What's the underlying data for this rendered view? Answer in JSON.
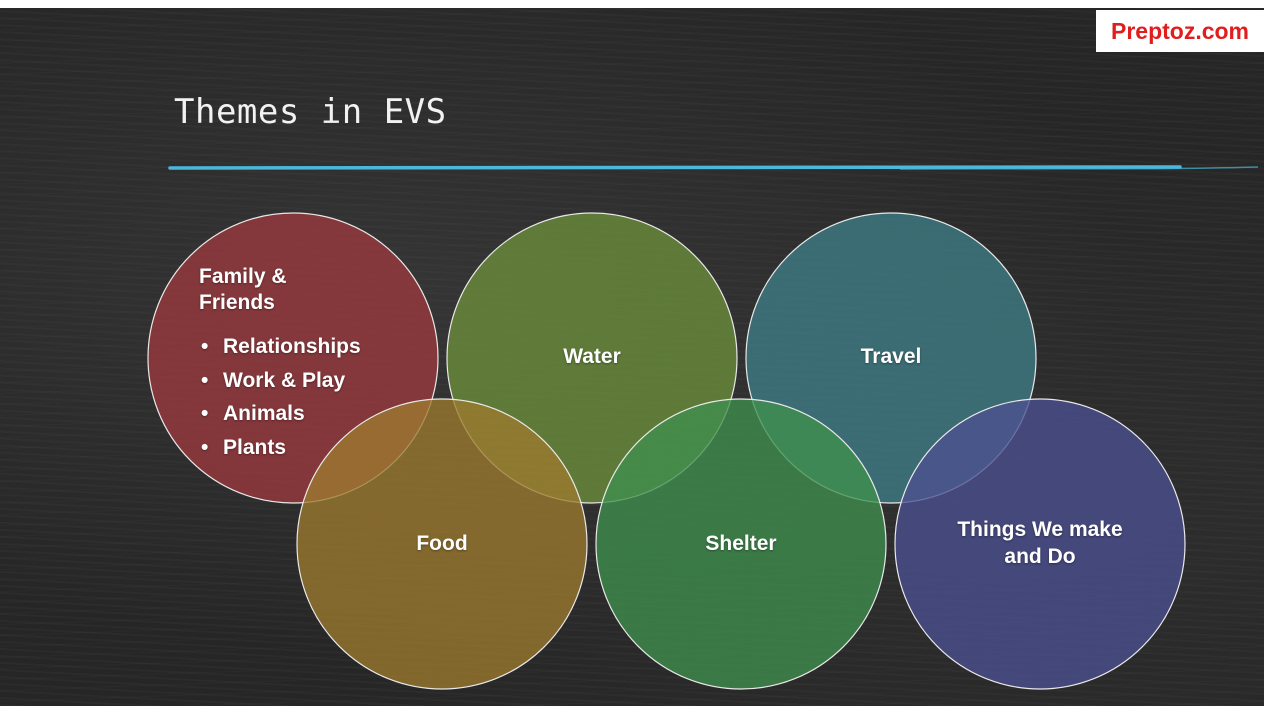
{
  "brand": {
    "label": "Preptoz.com"
  },
  "slide": {
    "title": "Themes in EVS"
  },
  "diagram": {
    "circles": [
      {
        "id": "family",
        "heading": "Family & Friends",
        "items": [
          "Relationships",
          "Work & Play",
          "Animals",
          "Plants"
        ],
        "color": "#9b3a3f"
      },
      {
        "id": "water",
        "label": "Water",
        "color": "#6b8e3b"
      },
      {
        "id": "travel",
        "label": "Travel",
        "color": "#3f7d86"
      },
      {
        "id": "food",
        "label": "Food",
        "color": "#9c7a2e"
      },
      {
        "id": "shelter",
        "label": "Shelter",
        "color": "#3f8f4e"
      },
      {
        "id": "things",
        "label": "Things We make and Do",
        "color": "#4b4f8f"
      }
    ],
    "accent_line_color": "#4ab8dc",
    "outline_color": "#e8e8e8"
  }
}
